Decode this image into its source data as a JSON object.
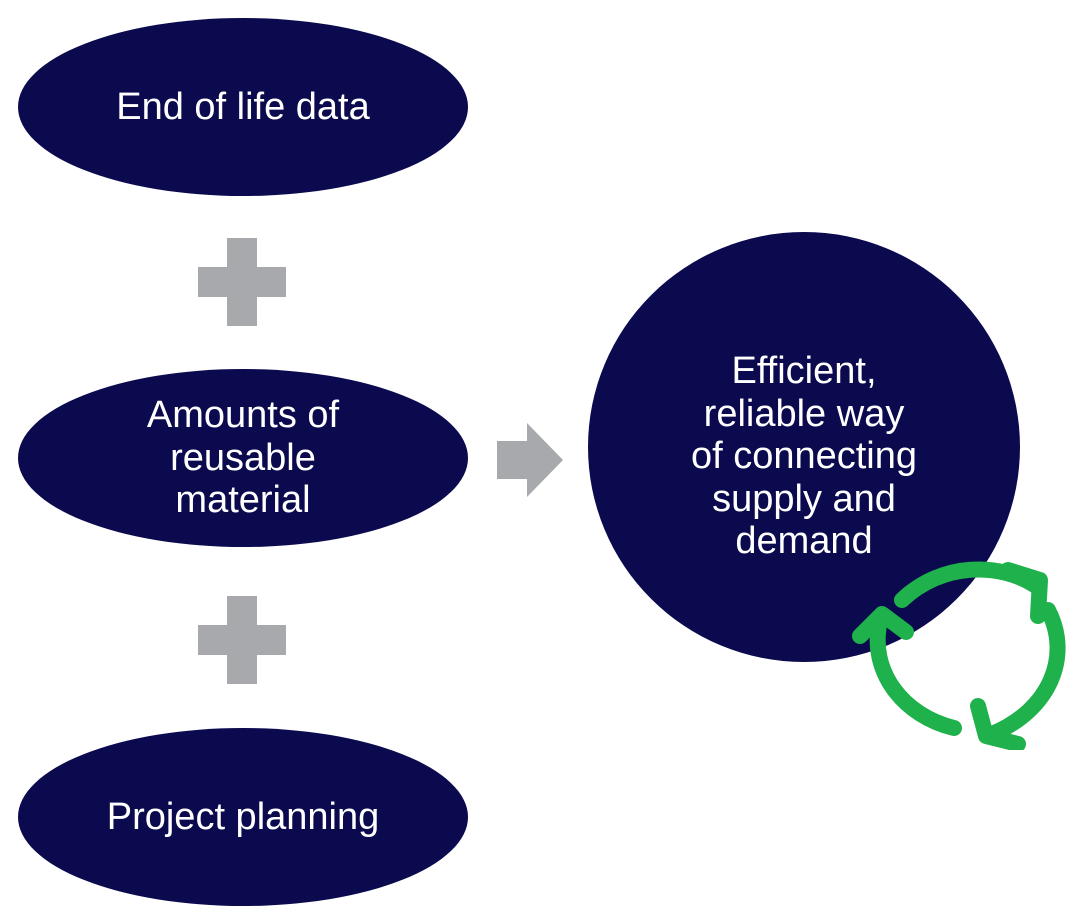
{
  "colors": {
    "node_fill": "#0B0A4F",
    "node_text": "#FFFFFF",
    "operator_fill": "#A7A9AD",
    "recycle_green": "#1FB14B",
    "background": "#FFFFFF"
  },
  "inputs": [
    {
      "label": "End of life data"
    },
    {
      "label": "Amounts of\nreusable\nmaterial"
    },
    {
      "label": "Project planning"
    }
  ],
  "operators": {
    "plus_icon": "plus-icon",
    "arrow_icon": "right-arrow-icon"
  },
  "result": {
    "label": "Efficient,\nreliable way\nof connecting\nsupply and\ndemand",
    "icon": "recycle-icon"
  }
}
